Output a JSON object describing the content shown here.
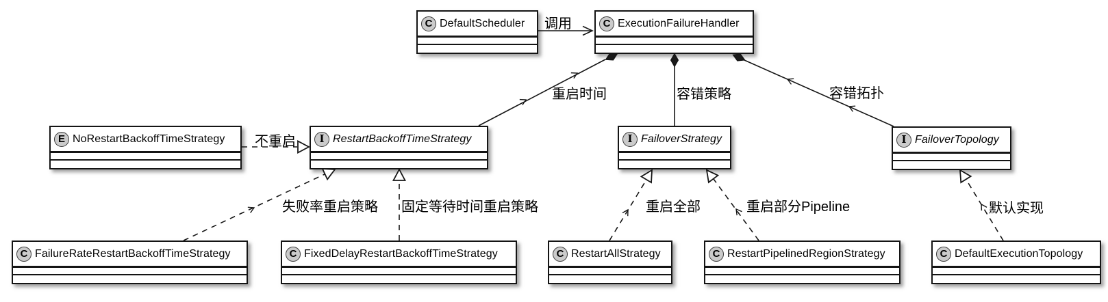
{
  "diagram": {
    "type": "uml-class-diagram",
    "classes": [
      {
        "name": "DefaultScheduler",
        "stereotype": "C",
        "kind": "class"
      },
      {
        "name": "ExecutionFailureHandler",
        "stereotype": "C",
        "kind": "class"
      },
      {
        "name": "NoRestartBackoffTimeStrategy",
        "stereotype": "E",
        "kind": "enum"
      },
      {
        "name": "RestartBackoffTimeStrategy",
        "stereotype": "I",
        "kind": "interface"
      },
      {
        "name": "FailoverStrategy",
        "stereotype": "I",
        "kind": "interface"
      },
      {
        "name": "FailoverTopology",
        "stereotype": "I",
        "kind": "interface"
      },
      {
        "name": "FailureRateRestartBackoffTimeStrategy",
        "stereotype": "C",
        "kind": "class"
      },
      {
        "name": "FixedDelayRestartBackoffTimeStrategy",
        "stereotype": "C",
        "kind": "class"
      },
      {
        "name": "RestartAllStrategy",
        "stereotype": "C",
        "kind": "class"
      },
      {
        "name": "RestartPipelinedRegionStrategy",
        "stereotype": "C",
        "kind": "class"
      },
      {
        "name": "DefaultExecutionTopology",
        "stereotype": "C",
        "kind": "class"
      }
    ],
    "edges": [
      {
        "from": "DefaultScheduler",
        "to": "ExecutionFailureHandler",
        "type": "association-arrow",
        "label": "调用"
      },
      {
        "from": "ExecutionFailureHandler",
        "to": "RestartBackoffTimeStrategy",
        "type": "composition",
        "label": "重启时间"
      },
      {
        "from": "ExecutionFailureHandler",
        "to": "FailoverStrategy",
        "type": "composition",
        "label": "容错策略"
      },
      {
        "from": "ExecutionFailureHandler",
        "to": "FailoverTopology",
        "type": "composition",
        "label": "容错拓扑"
      },
      {
        "from": "NoRestartBackoffTimeStrategy",
        "to": "RestartBackoffTimeStrategy",
        "type": "realization",
        "label": "不重启"
      },
      {
        "from": "FailureRateRestartBackoffTimeStrategy",
        "to": "RestartBackoffTimeStrategy",
        "type": "realization",
        "label": "失败率重启策略"
      },
      {
        "from": "FixedDelayRestartBackoffTimeStrategy",
        "to": "RestartBackoffTimeStrategy",
        "type": "realization",
        "label": "固定等待时间重启策略"
      },
      {
        "from": "RestartAllStrategy",
        "to": "FailoverStrategy",
        "type": "realization",
        "label": "重启全部"
      },
      {
        "from": "RestartPipelinedRegionStrategy",
        "to": "FailoverStrategy",
        "type": "realization",
        "label": "重启部分Pipeline"
      },
      {
        "from": "DefaultExecutionTopology",
        "to": "FailoverTopology",
        "type": "realization",
        "label": "默认实现"
      }
    ],
    "colors": {
      "background": "#ffffff",
      "box_fill": "#ffffff",
      "line": "#161616",
      "stereotype_circle_fill": "#cbcbcb"
    }
  }
}
